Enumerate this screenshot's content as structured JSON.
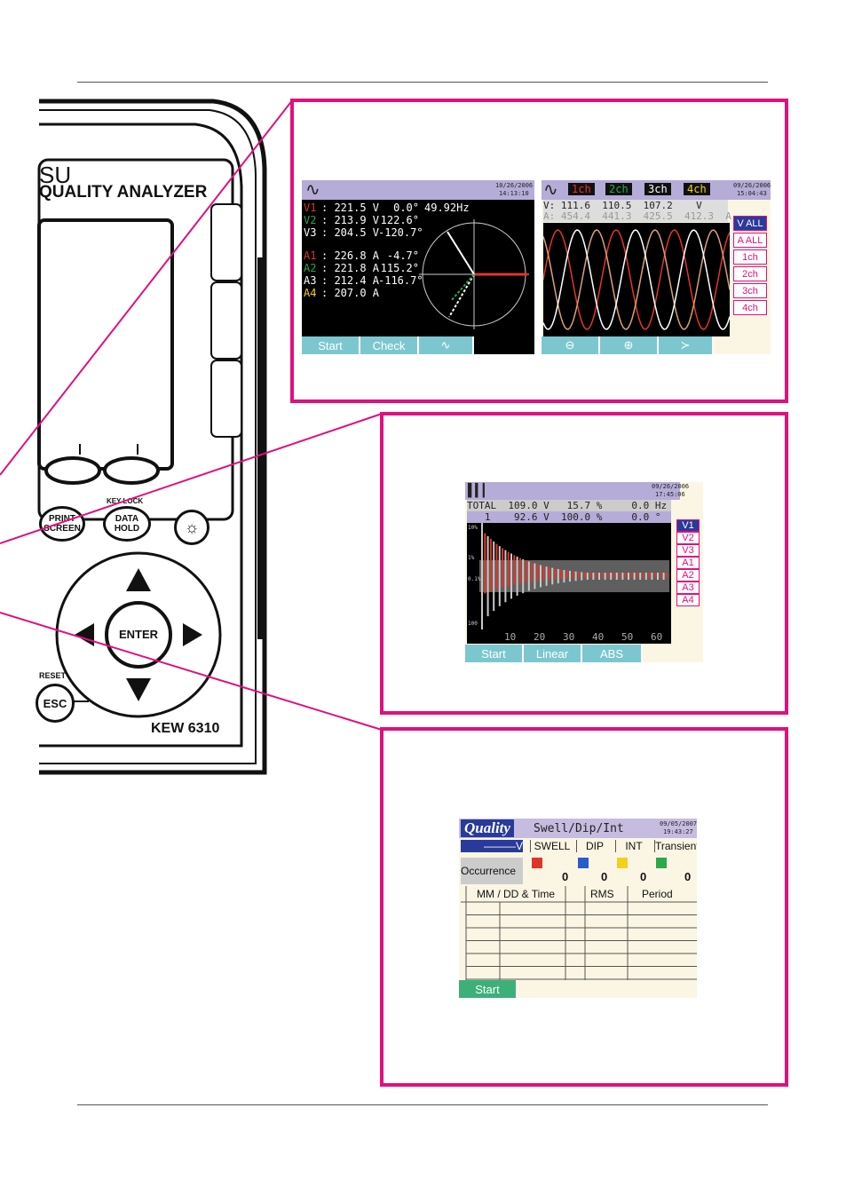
{
  "device": {
    "brand_fragment": "SU",
    "model_line": "QUALITY ANALYZER",
    "model_id": "KEW 6310",
    "keys": {
      "print": "PRINT SCREEN",
      "data_hold": "DATA HOLD",
      "data_hold_top": "KEY LOCK",
      "enter": "ENTER",
      "esc": "ESC",
      "reset": "RESET"
    }
  },
  "vector_screen": {
    "date": "10/26/2006",
    "time": "14:13:10",
    "rows": [
      {
        "ch": "V1",
        "val": ": 221.5 V",
        "angle": "0.0°",
        "color": "#e0362a"
      },
      {
        "ch": "V2",
        "val": ": 213.9 V",
        "angle": "122.6°",
        "color": "#2aa84a"
      },
      {
        "ch": "V3",
        "val": ": 204.5 V",
        "angle": "-120.7°",
        "color": "#ffffff"
      },
      {
        "ch": "A1",
        "val": ": 226.8 A",
        "angle": "-4.7°",
        "color": "#e0362a"
      },
      {
        "ch": "A2",
        "val": ": 221.8 A",
        "angle": "115.2°",
        "color": "#2aa84a"
      },
      {
        "ch": "A3",
        "val": ": 212.4 A",
        "angle": "-116.7°",
        "color": "#ffffff"
      },
      {
        "ch": "A4",
        "val": ": 207.0 A",
        "angle": "",
        "color": "#f0d020"
      }
    ],
    "freq": "49.92Hz",
    "fkeys": [
      "Start",
      "Check",
      ""
    ]
  },
  "wave_screen": {
    "date": "09/26/2006",
    "time": "15:04:43",
    "tabs": [
      "1ch",
      "2ch",
      "3ch",
      "4ch"
    ],
    "v_row": "V: 111.6  110.5  107.2    V",
    "a_row": "A: 454.4  441.3  425.5  412.3  A",
    "side": [
      "V ALL",
      "A ALL",
      "1ch",
      "2ch",
      "3ch",
      "4ch"
    ],
    "fkeys": [
      "⊖",
      "⊕",
      "≻"
    ]
  },
  "harmonic_screen": {
    "date": "09/26/2006",
    "time": "17:45:06",
    "total_row": "TOTAL  109.0 V   15.7 %     0.0 Hz",
    "first_row": "   1    92.6 V  100.0 %     0.0 °",
    "side": [
      "V1",
      "V2",
      "V3",
      "A1",
      "A2",
      "A3",
      "A4"
    ],
    "x_ticks": [
      "10",
      "20",
      "30",
      "40",
      "50",
      "60"
    ],
    "y_ticks": [
      "10%",
      "1%",
      "0.1%",
      "100"
    ],
    "fkeys": [
      "Start",
      "Linear",
      "ABS"
    ]
  },
  "quality_screen": {
    "logo": "Quality",
    "title": "Swell/Dip/Int",
    "date": "09/05/2007",
    "time": "19:43:27",
    "unit_label": "———V",
    "headers": [
      "SWELL",
      "DIP",
      "INT",
      "Transient"
    ],
    "occurrence_label": "Occurrence",
    "counts": [
      "0",
      "0",
      "0",
      "0"
    ],
    "table_headers": [
      "MM / DD & Time",
      "RMS",
      "Period"
    ],
    "fkeys": [
      "Start"
    ]
  }
}
